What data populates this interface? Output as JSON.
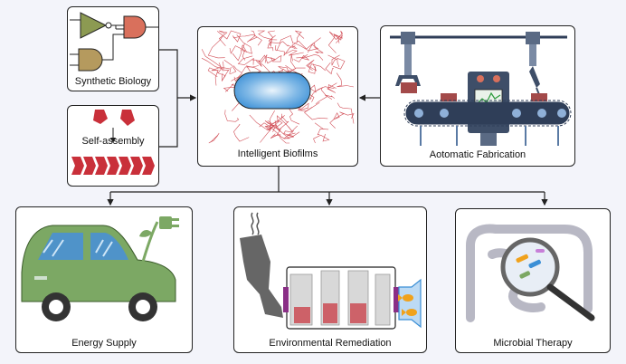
{
  "panels": {
    "synthetic_biology": "Synthetic Biology",
    "self_assembly": "Self-assembly",
    "intelligent_biofilms": "Intelligent Biofilms",
    "automatic_fabrication": "Aotomatic Fabrication",
    "energy_supply": "Energy Supply",
    "environmental_remediation": "Environmental Remediation",
    "microbial_therapy": "Microbial Therapy"
  },
  "colors": {
    "background": "#f3f4fa",
    "biofilm_red": "#c9303a",
    "cell_blue": "#3b8fd6",
    "car_green": "#7ca864",
    "gate_green": "#8c9a52",
    "gate_red": "#d9705c",
    "gate_tan": "#b59a5e",
    "purple": "#8a2e86",
    "fish_orange": "#f0a21c",
    "conveyor_dark": "#2f3e58"
  },
  "icons": [
    "and-gate-icon",
    "not-gate-icon",
    "robot-arm-icon",
    "factory-machine-icon",
    "car-icon",
    "plug-icon",
    "fish-icon",
    "magnifier-icon",
    "intestine-icon",
    "filter-icon"
  ]
}
